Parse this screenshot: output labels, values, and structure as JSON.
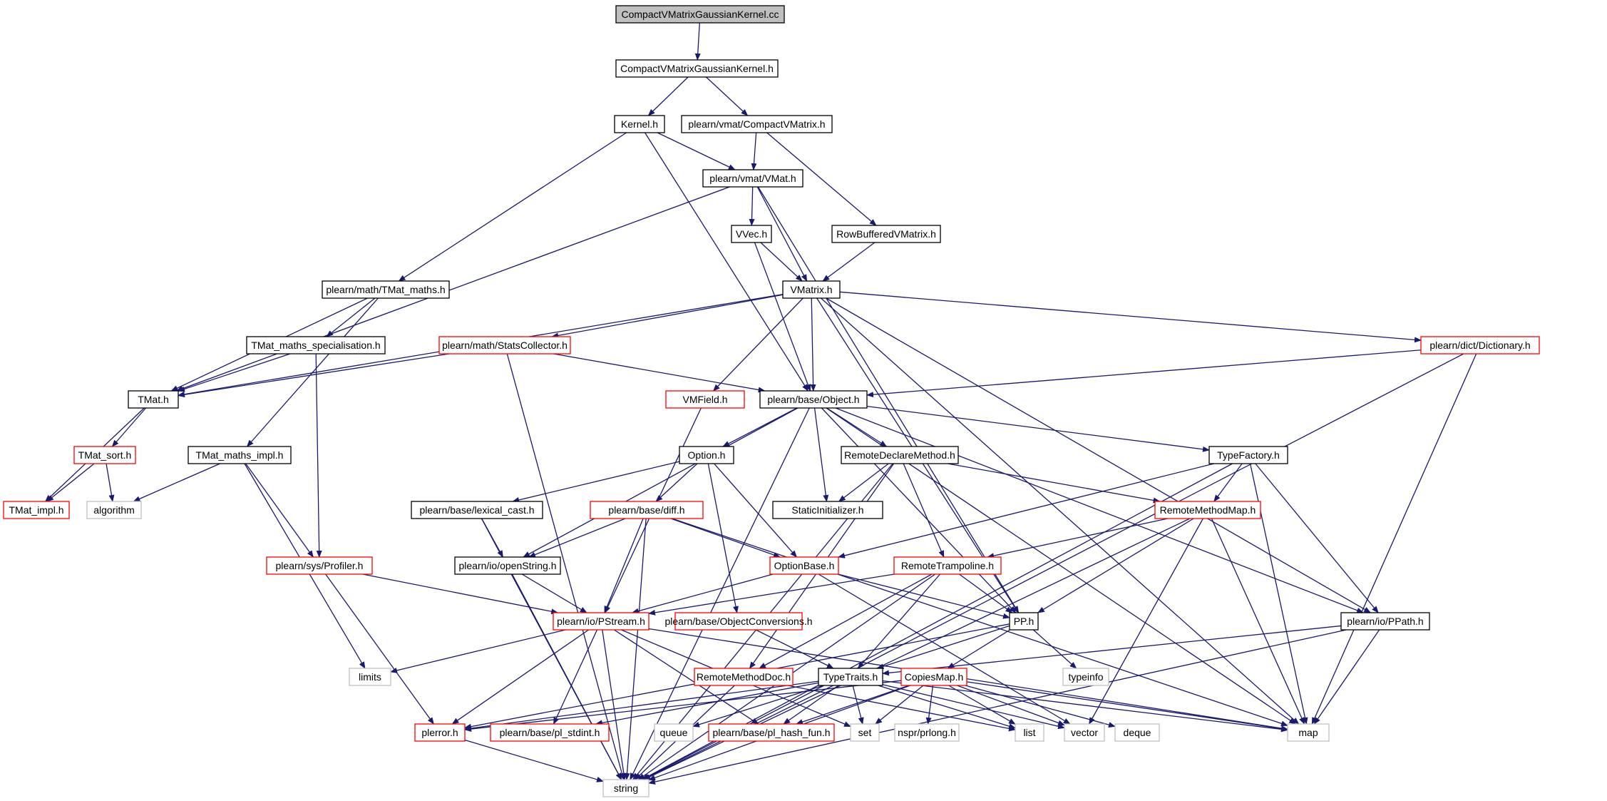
{
  "nodes": [
    {
      "id": "root",
      "label": "CompactVMatrixGaussianKernel.cc",
      "style": "root"
    },
    {
      "id": "cvgk_h",
      "label": "CompactVMatrixGaussianKernel.h",
      "style": "black"
    },
    {
      "id": "kernel_h",
      "label": "Kernel.h",
      "style": "black"
    },
    {
      "id": "cvmat_h",
      "label": "plearn/vmat/CompactVMatrix.h",
      "style": "black"
    },
    {
      "id": "vmat_h",
      "label": "plearn/vmat/VMat.h",
      "style": "black"
    },
    {
      "id": "vvec_h",
      "label": "VVec.h",
      "style": "black"
    },
    {
      "id": "rowbuf_h",
      "label": "RowBufferedVMatrix.h",
      "style": "black"
    },
    {
      "id": "vmatrix_h",
      "label": "VMatrix.h",
      "style": "black"
    },
    {
      "id": "tmat_maths_h",
      "label": "plearn/math/TMat_maths.h",
      "style": "black"
    },
    {
      "id": "tmat_spec_h",
      "label": "TMat_maths_specialisation.h",
      "style": "black"
    },
    {
      "id": "stats_h",
      "label": "plearn/math/StatsCollector.h",
      "style": "red"
    },
    {
      "id": "dict_h",
      "label": "plearn/dict/Dictionary.h",
      "style": "red"
    },
    {
      "id": "tmat_h",
      "label": "TMat.h",
      "style": "black"
    },
    {
      "id": "vmfield_h",
      "label": "VMField.h",
      "style": "red"
    },
    {
      "id": "object_h",
      "label": "plearn/base/Object.h",
      "style": "black"
    },
    {
      "id": "tmat_sort_h",
      "label": "TMat_sort.h",
      "style": "red"
    },
    {
      "id": "tmat_impl_h",
      "label": "TMat_impl.h",
      "style": "red"
    },
    {
      "id": "algorithm",
      "label": "algorithm",
      "style": "gray"
    },
    {
      "id": "tmat_maths_impl_h",
      "label": "TMat_maths_impl.h",
      "style": "black"
    },
    {
      "id": "option_h",
      "label": "Option.h",
      "style": "black"
    },
    {
      "id": "rdm_h",
      "label": "RemoteDeclareMethod.h",
      "style": "black"
    },
    {
      "id": "typefactory_h",
      "label": "TypeFactory.h",
      "style": "black"
    },
    {
      "id": "lexcast_h",
      "label": "plearn/base/lexical_cast.h",
      "style": "black"
    },
    {
      "id": "diff_h",
      "label": "plearn/base/diff.h",
      "style": "red"
    },
    {
      "id": "staticinit_h",
      "label": "StaticInitializer.h",
      "style": "black"
    },
    {
      "id": "rmm_h",
      "label": "RemoteMethodMap.h",
      "style": "red"
    },
    {
      "id": "profiler_h",
      "label": "plearn/sys/Profiler.h",
      "style": "red"
    },
    {
      "id": "openstring_h",
      "label": "plearn/io/openString.h",
      "style": "black"
    },
    {
      "id": "optionbase_h",
      "label": "OptionBase.h",
      "style": "red"
    },
    {
      "id": "rtramp_h",
      "label": "RemoteTrampoline.h",
      "style": "red"
    },
    {
      "id": "pstream_h",
      "label": "plearn/io/PStream.h",
      "style": "red"
    },
    {
      "id": "objconv_h",
      "label": "plearn/base/ObjectConversions.h",
      "style": "red"
    },
    {
      "id": "pp_h",
      "label": "PP.h",
      "style": "black"
    },
    {
      "id": "ppath_h",
      "label": "plearn/io/PPath.h",
      "style": "black"
    },
    {
      "id": "limits",
      "label": "limits",
      "style": "gray"
    },
    {
      "id": "rmdoc_h",
      "label": "RemoteMethodDoc.h",
      "style": "red"
    },
    {
      "id": "typetraits_h",
      "label": "TypeTraits.h",
      "style": "black"
    },
    {
      "id": "copiesmap_h",
      "label": "CopiesMap.h",
      "style": "red"
    },
    {
      "id": "typeinfo",
      "label": "typeinfo",
      "style": "gray"
    },
    {
      "id": "plerror_h",
      "label": "plerror.h",
      "style": "red"
    },
    {
      "id": "plstdint_h",
      "label": "plearn/base/pl_stdint.h",
      "style": "red"
    },
    {
      "id": "queue",
      "label": "queue",
      "style": "gray"
    },
    {
      "id": "plhash_h",
      "label": "plearn/base/pl_hash_fun.h",
      "style": "red"
    },
    {
      "id": "set",
      "label": "set",
      "style": "gray"
    },
    {
      "id": "prlong_h",
      "label": "nspr/prlong.h",
      "style": "gray"
    },
    {
      "id": "list",
      "label": "list",
      "style": "gray"
    },
    {
      "id": "vector",
      "label": "vector",
      "style": "gray"
    },
    {
      "id": "deque",
      "label": "deque",
      "style": "gray"
    },
    {
      "id": "map",
      "label": "map",
      "style": "gray"
    },
    {
      "id": "string",
      "label": "string",
      "style": "gray"
    }
  ],
  "edges": [
    [
      "root",
      "cvgk_h"
    ],
    [
      "cvgk_h",
      "kernel_h"
    ],
    [
      "cvgk_h",
      "cvmat_h"
    ],
    [
      "kernel_h",
      "vmat_h"
    ],
    [
      "kernel_h",
      "tmat_maths_h"
    ],
    [
      "kernel_h",
      "object_h"
    ],
    [
      "cvmat_h",
      "vmat_h"
    ],
    [
      "cvmat_h",
      "rowbuf_h"
    ],
    [
      "vmat_h",
      "vvec_h"
    ],
    [
      "vmat_h",
      "vmatrix_h"
    ],
    [
      "vmat_h",
      "tmat_h"
    ],
    [
      "vmat_h",
      "pp_h"
    ],
    [
      "vvec_h",
      "vmatrix_h"
    ],
    [
      "vvec_h",
      "object_h"
    ],
    [
      "rowbuf_h",
      "vmatrix_h"
    ],
    [
      "vmatrix_h",
      "object_h"
    ],
    [
      "vmatrix_h",
      "stats_h"
    ],
    [
      "vmatrix_h",
      "dict_h"
    ],
    [
      "vmatrix_h",
      "vmfield_h"
    ],
    [
      "vmatrix_h",
      "tmat_h"
    ],
    [
      "vmatrix_h",
      "pp_h"
    ],
    [
      "vmatrix_h",
      "ppath_h"
    ],
    [
      "vmatrix_h",
      "map"
    ],
    [
      "tmat_maths_h",
      "tmat_h"
    ],
    [
      "tmat_maths_h",
      "tmat_spec_h"
    ],
    [
      "tmat_maths_h",
      "tmat_maths_impl_h"
    ],
    [
      "tmat_spec_h",
      "tmat_h"
    ],
    [
      "tmat_spec_h",
      "profiler_h"
    ],
    [
      "stats_h",
      "tmat_h"
    ],
    [
      "stats_h",
      "object_h"
    ],
    [
      "stats_h",
      "string"
    ],
    [
      "dict_h",
      "object_h"
    ],
    [
      "dict_h",
      "map"
    ],
    [
      "dict_h",
      "string"
    ],
    [
      "tmat_h",
      "tmat_sort_h"
    ],
    [
      "tmat_h",
      "tmat_impl_h"
    ],
    [
      "tmat_sort_h",
      "tmat_impl_h"
    ],
    [
      "tmat_sort_h",
      "algorithm"
    ],
    [
      "tmat_maths_impl_h",
      "algorithm"
    ],
    [
      "tmat_maths_impl_h",
      "profiler_h"
    ],
    [
      "tmat_maths_impl_h",
      "limits"
    ],
    [
      "vmfield_h",
      "pstream_h"
    ],
    [
      "object_h",
      "option_h"
    ],
    [
      "object_h",
      "rdm_h"
    ],
    [
      "object_h",
      "typefactory_h"
    ],
    [
      "object_h",
      "staticinit_h"
    ],
    [
      "object_h",
      "openstring_h"
    ],
    [
      "object_h",
      "pp_h"
    ],
    [
      "object_h",
      "ppath_h"
    ],
    [
      "object_h",
      "map"
    ],
    [
      "object_h",
      "string"
    ],
    [
      "option_h",
      "lexcast_h"
    ],
    [
      "option_h",
      "diff_h"
    ],
    [
      "option_h",
      "optionbase_h"
    ],
    [
      "option_h",
      "objconv_h"
    ],
    [
      "rdm_h",
      "staticinit_h"
    ],
    [
      "rdm_h",
      "rmm_h"
    ],
    [
      "rdm_h",
      "rtramp_h"
    ],
    [
      "rdm_h",
      "rmdoc_h"
    ],
    [
      "rdm_h",
      "string"
    ],
    [
      "typefactory_h",
      "rmm_h"
    ],
    [
      "typefactory_h",
      "optionbase_h"
    ],
    [
      "typefactory_h",
      "ppath_h"
    ],
    [
      "typefactory_h",
      "map"
    ],
    [
      "typefactory_h",
      "string"
    ],
    [
      "lexcast_h",
      "openstring_h"
    ],
    [
      "lexcast_h",
      "string"
    ],
    [
      "diff_h",
      "openstring_h"
    ],
    [
      "diff_h",
      "pstream_h"
    ],
    [
      "diff_h",
      "optionbase_h"
    ],
    [
      "diff_h",
      "map"
    ],
    [
      "diff_h",
      "string"
    ],
    [
      "rmm_h",
      "rtramp_h"
    ],
    [
      "rmm_h",
      "pp_h"
    ],
    [
      "rmm_h",
      "vector"
    ],
    [
      "rmm_h",
      "map"
    ],
    [
      "rmm_h",
      "string"
    ],
    [
      "profiler_h",
      "pstream_h"
    ],
    [
      "profiler_h",
      "plerror_h"
    ],
    [
      "openstring_h",
      "pstream_h"
    ],
    [
      "openstring_h",
      "string"
    ],
    [
      "optionbase_h",
      "pstream_h"
    ],
    [
      "optionbase_h",
      "pp_h"
    ],
    [
      "optionbase_h",
      "vector"
    ],
    [
      "rtramp_h",
      "pstream_h"
    ],
    [
      "rtramp_h",
      "pp_h"
    ],
    [
      "rtramp_h",
      "rmdoc_h"
    ],
    [
      "rtramp_h",
      "typetraits_h"
    ],
    [
      "rtramp_h",
      "string"
    ],
    [
      "pstream_h",
      "limits"
    ],
    [
      "pstream_h",
      "plerror_h"
    ],
    [
      "pstream_h",
      "plstdint_h"
    ],
    [
      "pstream_h",
      "plhash_h"
    ],
    [
      "pstream_h",
      "set"
    ],
    [
      "pstream_h",
      "map"
    ],
    [
      "pstream_h",
      "string"
    ],
    [
      "objconv_h",
      "typetraits_h"
    ],
    [
      "pp_h",
      "typeinfo"
    ],
    [
      "pp_h",
      "copiesmap_h"
    ],
    [
      "pp_h",
      "typetraits_h"
    ],
    [
      "pp_h",
      "plerror_h"
    ],
    [
      "ppath_h",
      "map"
    ],
    [
      "ppath_h",
      "string"
    ],
    [
      "ppath_h",
      "typetraits_h"
    ],
    [
      "rmdoc_h",
      "list"
    ],
    [
      "rmdoc_h",
      "string"
    ],
    [
      "typetraits_h",
      "queue"
    ],
    [
      "typetraits_h",
      "plstdint_h"
    ],
    [
      "typetraits_h",
      "plhash_h"
    ],
    [
      "typetraits_h",
      "set"
    ],
    [
      "typetraits_h",
      "list"
    ],
    [
      "typetraits_h",
      "vector"
    ],
    [
      "typetraits_h",
      "map"
    ],
    [
      "typetraits_h",
      "string"
    ],
    [
      "typetraits_h",
      "plerror_h"
    ],
    [
      "copiesmap_h",
      "set"
    ],
    [
      "copiesmap_h",
      "prlong_h"
    ],
    [
      "copiesmap_h",
      "list"
    ],
    [
      "copiesmap_h",
      "vector"
    ],
    [
      "copiesmap_h",
      "deque"
    ],
    [
      "copiesmap_h",
      "map"
    ],
    [
      "copiesmap_h",
      "string"
    ],
    [
      "copiesmap_h",
      "plhash_h"
    ],
    [
      "copiesmap_h",
      "plerror_h"
    ],
    [
      "plerror_h",
      "string"
    ]
  ],
  "colors": {
    "edge": "#191970",
    "black": "#000000",
    "red": "#ff0000",
    "gray": "#bfbfbf",
    "rootFill": "#bfbfbf"
  }
}
